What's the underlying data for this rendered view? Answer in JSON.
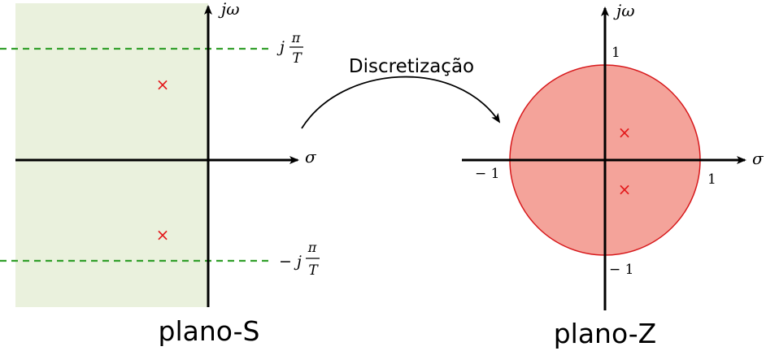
{
  "s_plane": {
    "label": "plano-S",
    "axis_real": "σ",
    "axis_imag": "jω",
    "upper_bound": {
      "prefix": "j",
      "numerator": "π",
      "denominator": "T"
    },
    "lower_bound": {
      "prefix": "− j",
      "numerator": "π",
      "denominator": "T"
    },
    "poles": [
      "×",
      "×"
    ],
    "region_color": "#EAF1DD",
    "bound_line_color": "#33A02C",
    "pole_color": "#E31A1C"
  },
  "transform": {
    "label": "Discretização"
  },
  "z_plane": {
    "label": "plano-Z",
    "axis_real": "σ",
    "axis_imag": "jω",
    "tick_top": "1",
    "tick_bottom": "− 1",
    "tick_left": "− 1",
    "tick_right": "1",
    "poles": [
      "×",
      "×"
    ],
    "circle_fill": "#F4A39A",
    "circle_stroke": "#D7191C",
    "pole_color": "#E31A1C"
  }
}
